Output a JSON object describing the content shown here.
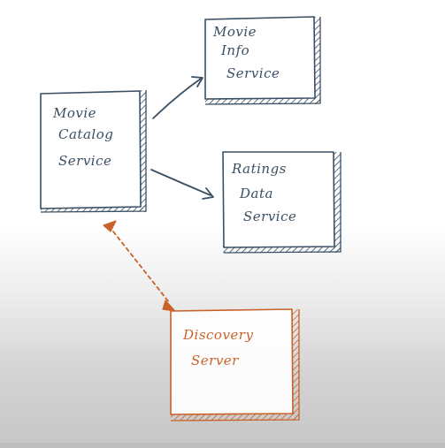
{
  "colors": {
    "ink": "#3a4f63",
    "accent": "#c8622a"
  },
  "nodes": {
    "movie_catalog": {
      "lines": [
        "Movie",
        "Catalog",
        "Service"
      ]
    },
    "movie_info": {
      "lines": [
        "Movie",
        "Info",
        "Service"
      ]
    },
    "ratings_data": {
      "lines": [
        "Ratings",
        "Data",
        "Service"
      ]
    },
    "discovery_server": {
      "lines": [
        "Discovery",
        "Server"
      ]
    }
  },
  "edges": [
    {
      "from": "movie_catalog",
      "to": "movie_info",
      "style": "solid"
    },
    {
      "from": "movie_catalog",
      "to": "ratings_data",
      "style": "solid"
    },
    {
      "from": "movie_catalog",
      "to": "discovery_server",
      "style": "dashed-bidirectional"
    }
  ]
}
